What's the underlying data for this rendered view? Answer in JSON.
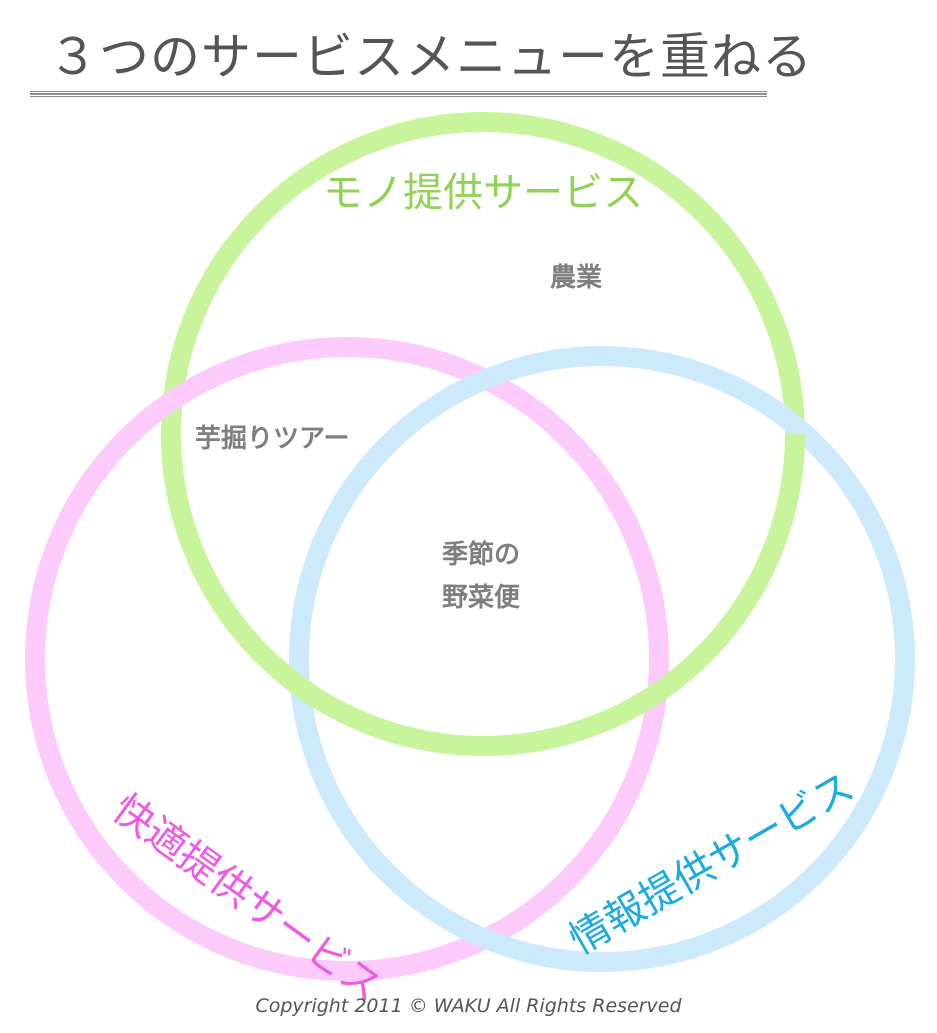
{
  "title": "３つのサービスメニューを重ねる",
  "circles": {
    "goods": {
      "label": "モノ提供サービス",
      "color": "#c8f59b",
      "text_color": "#8fd352"
    },
    "comfort": {
      "label": "快適提供サービス",
      "color": "#fccbfb",
      "text_color": "#ee5ae6"
    },
    "info": {
      "label": "情報提供サービス",
      "color": "#cdeafc",
      "text_color": "#1aaae4"
    }
  },
  "regions": {
    "goods_only": "農業",
    "goods_comfort": "芋掘りツアー",
    "center_line1": "季節の",
    "center_line2": "野菜便"
  },
  "footer": {
    "copyright": "Copyright 2011 © WAKU All Rights Reserved"
  }
}
